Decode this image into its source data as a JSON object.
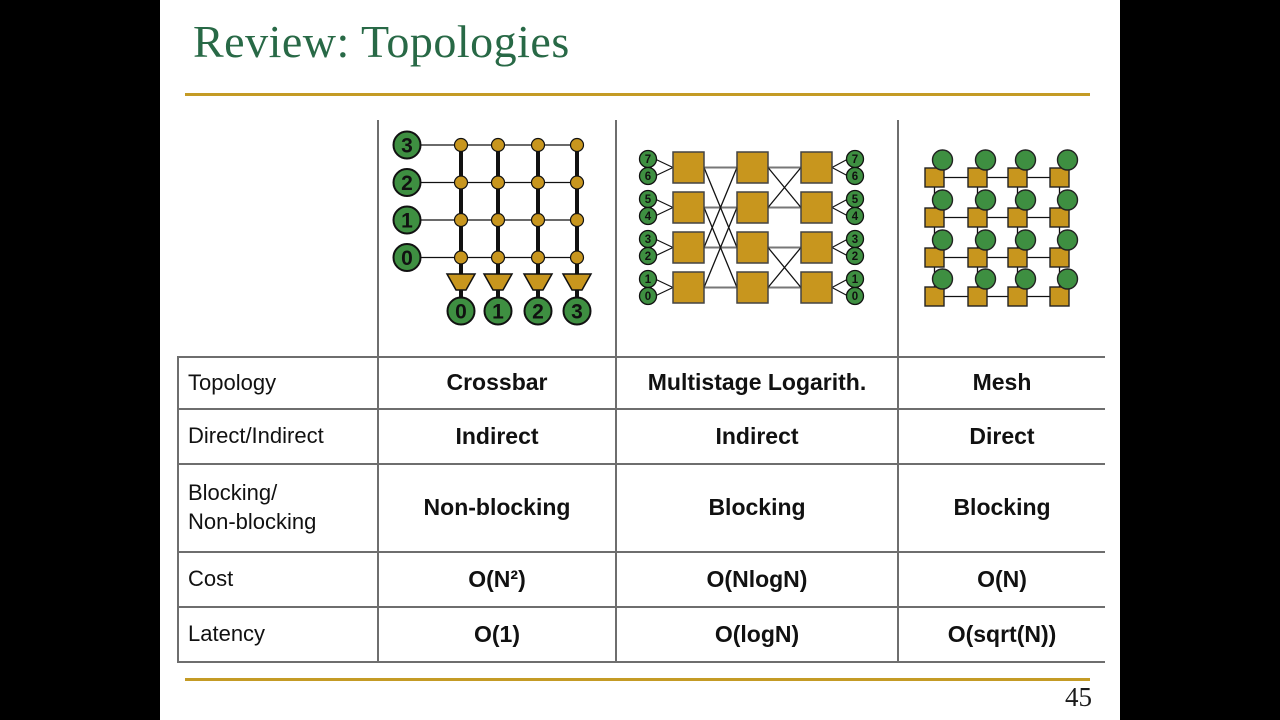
{
  "slide": {
    "title": "Review: Topologies",
    "page_number": "45"
  },
  "colors": {
    "title_green": "#286946",
    "accent_gold": "#C49B25",
    "node_green": "#3E8F41",
    "switch_gold": "#C8961E",
    "table_border": "#6E6E6E",
    "line_black": "#111111"
  },
  "table": {
    "rows": [
      {
        "label": "Topology",
        "values": [
          "Crossbar",
          "Multistage Logarith.",
          "Mesh"
        ]
      },
      {
        "label": "Direct/Indirect",
        "values": [
          "Indirect",
          "Indirect",
          "Direct"
        ]
      },
      {
        "label": "Blocking/\nNon-blocking",
        "values": [
          "Non-blocking",
          "Blocking",
          "Blocking"
        ]
      },
      {
        "label": "Cost",
        "values": [
          "O(N²)",
          "O(NlogN)",
          "O(N)"
        ]
      },
      {
        "label": "Latency",
        "values": [
          "O(1)",
          "O(logN)",
          "O(sqrt(N))"
        ]
      }
    ]
  },
  "diagrams": {
    "crossbar": {
      "input_labels": [
        "3",
        "2",
        "1",
        "0"
      ],
      "output_labels": [
        "0",
        "1",
        "2",
        "3"
      ]
    },
    "multistage": {
      "left_labels": [
        "7",
        "6",
        "5",
        "4",
        "3",
        "2",
        "1",
        "0"
      ],
      "right_labels": [
        "7",
        "6",
        "5",
        "4",
        "3",
        "2",
        "1",
        "0"
      ]
    },
    "mesh": {
      "rows": 4,
      "cols": 4
    }
  }
}
